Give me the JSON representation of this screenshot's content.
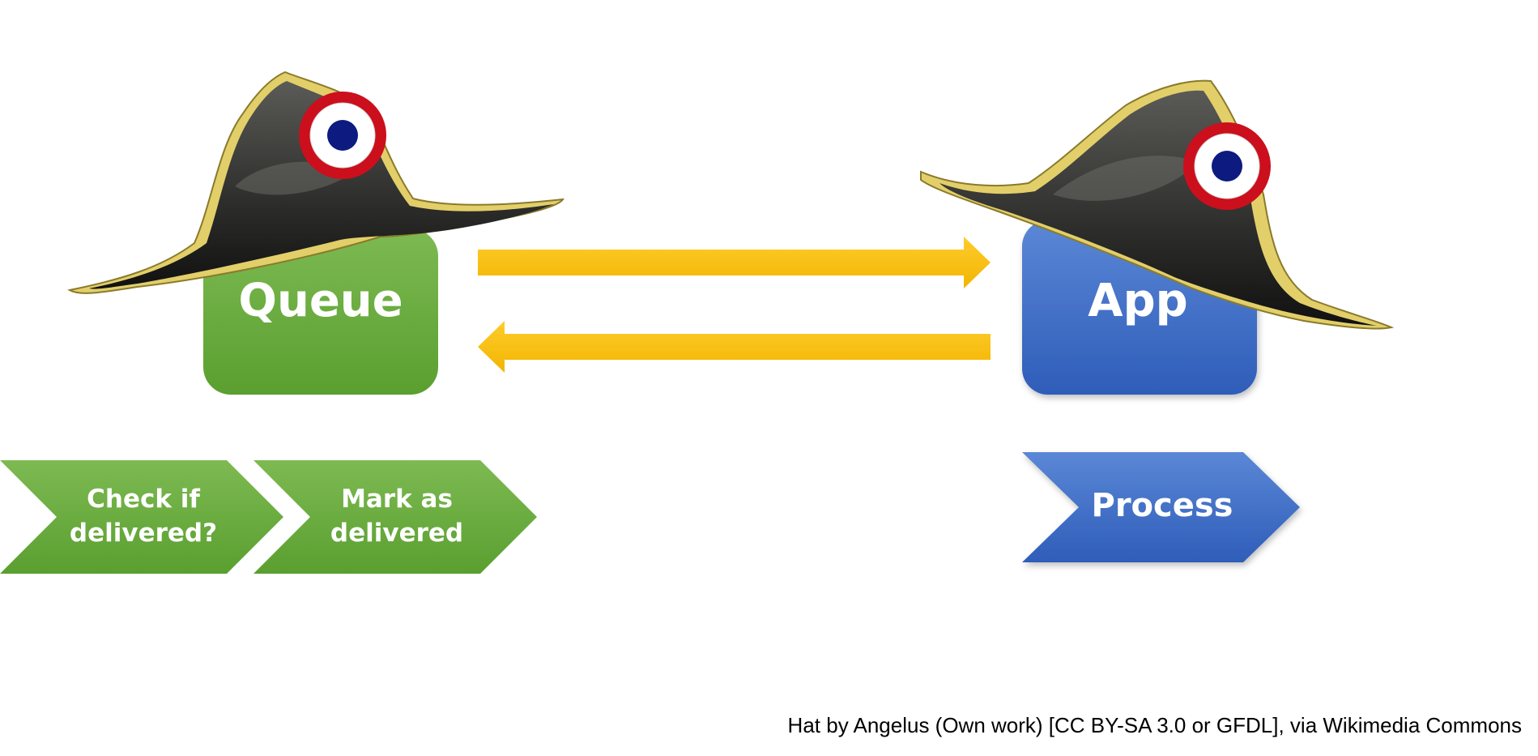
{
  "nodes": {
    "queue": {
      "label": "Queue",
      "color": "#6aab3c"
    },
    "app": {
      "label": "App",
      "color": "#3e6fca"
    }
  },
  "steps": {
    "queue": [
      {
        "line1": "Check if",
        "line2": "delivered?"
      },
      {
        "line1": "Mark as",
        "line2": "delivered"
      }
    ],
    "app": [
      {
        "line1": "Process"
      }
    ]
  },
  "arrows": {
    "color": "#fcc10f",
    "directions": [
      "queue-to-app",
      "app-to-queue"
    ]
  },
  "decorations": {
    "hat_icon": "bicorne-hat-with-cockade-icon",
    "hat_color": "#3a3a38",
    "trim_color": "#e2cf6a",
    "cockade_colors": [
      "#cc0f1c",
      "#ffffff",
      "#0d1a80"
    ]
  },
  "credit": "Hat by Angelus (Own work) [CC BY-SA 3.0 or GFDL], via Wikimedia Commons"
}
